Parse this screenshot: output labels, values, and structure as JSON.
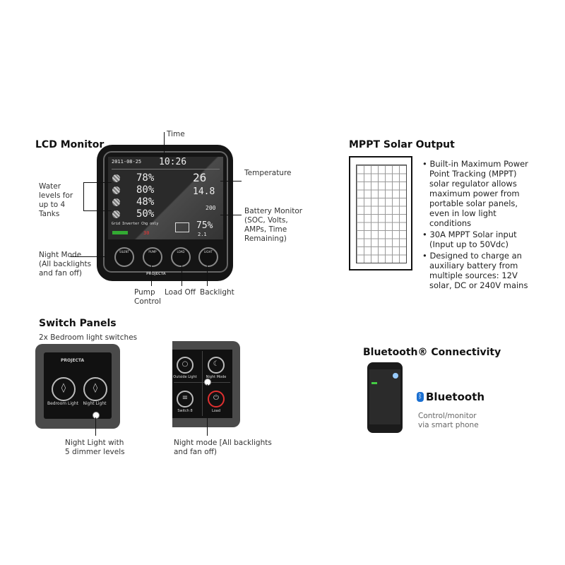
{
  "lcd_section": {
    "title": "LCD Monitor",
    "time_label": "Time",
    "temperature_label": "Temperature",
    "water_label": "Water levels for up to 4 Tanks",
    "battery_label": "Battery Monitor (SOC, Volts, AMPs, Time Remaining)",
    "night_label": "Night Mode (All backlights and fan off)",
    "pump_label": "Pump Control",
    "load_label": "Load Off",
    "backlight_label": "Backlight",
    "screen": {
      "date": "2011-08-25",
      "time": "10:26",
      "tanks": [
        "78%",
        "80%",
        "48%",
        "50%"
      ],
      "temperature": "26",
      "voltage": "14.8",
      "amps": "200",
      "battery_soc": "75%",
      "time_remaining": "2.1",
      "status": "Grid Inverter Chg only",
      "alarm": "30"
    },
    "buttons": [
      "SILENT",
      "PUMP",
      "LOAD",
      "LIGHT"
    ],
    "brand": "PROJECTA"
  },
  "mppt": {
    "title": "MPPT Solar Output",
    "bullets": [
      "Built-in Maximum Power Point Tracking (MPPT) solar regulator allows maximum power from portable solar panels, even in low light conditions",
      "30A MPPT Solar input (Input up to 50Vdc)",
      "Designed to charge an auxiliary battery from multiple sources: 12V solar, DC or 240V mains"
    ]
  },
  "switch": {
    "title": "Switch Panels",
    "subtitle": "2x Bedroom light switches",
    "brand": "PROJECTA",
    "left_buttons": [
      "Bedroom Light",
      "Night Light"
    ],
    "right_buttons": [
      "Outside Light",
      "Night Mode",
      "Switch 8",
      "Load"
    ],
    "night_light_label": "Night Light with 5 dimmer levels",
    "night_mode_label": "Night mode [All backlights and fan off)",
    "accent": "#e03030"
  },
  "bluetooth": {
    "title": "Bluetooth® Connectivity",
    "logo_text": "Bluetooth",
    "caption": "Control/monitor via smart phone",
    "logo_color": "#1a6fd1"
  }
}
